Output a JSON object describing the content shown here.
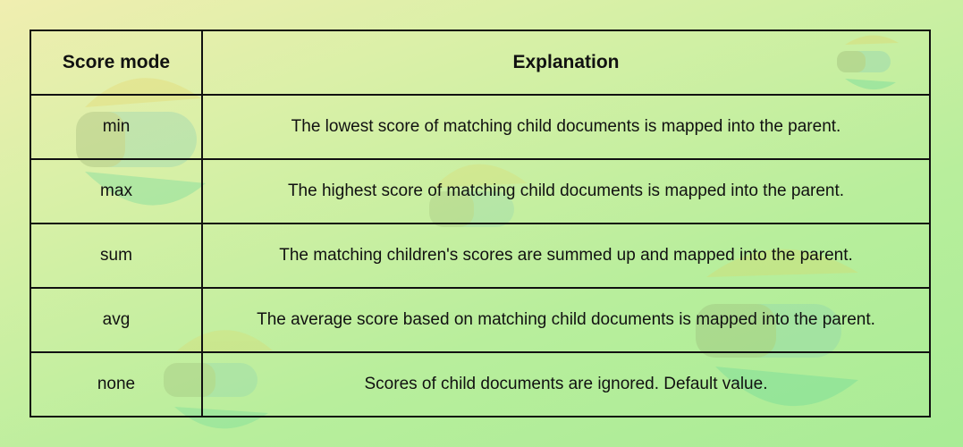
{
  "table": {
    "headers": {
      "score_mode": "Score mode",
      "explanation": "Explanation"
    },
    "rows": [
      {
        "mode": "min",
        "explanation": "The lowest score of matching child documents is mapped into the parent."
      },
      {
        "mode": "max",
        "explanation": "The highest score of matching child documents is mapped into the parent."
      },
      {
        "mode": "sum",
        "explanation": "The matching children's scores are summed up and mapped into the parent."
      },
      {
        "mode": "avg",
        "explanation": "The average score based on matching child documents is mapped into the parent."
      },
      {
        "mode": "none",
        "explanation": "Scores of child documents are ignored. Default value."
      }
    ]
  }
}
